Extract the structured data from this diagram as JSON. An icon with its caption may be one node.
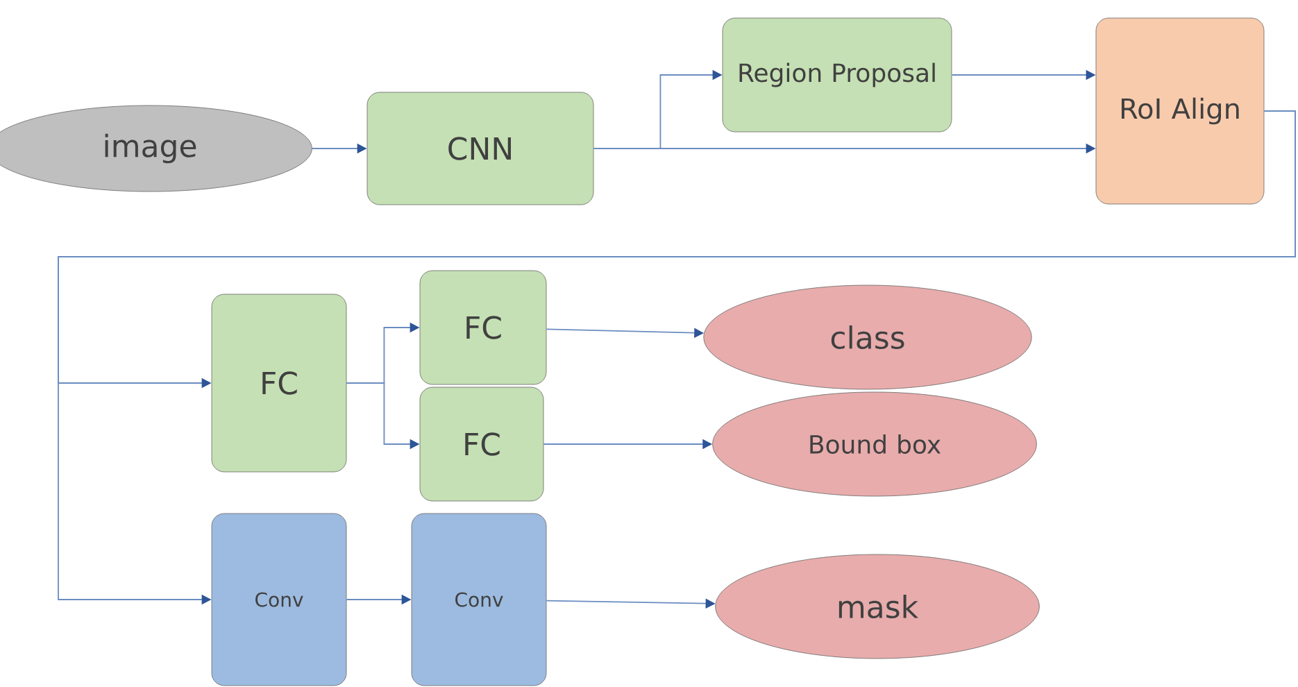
{
  "diagram": {
    "nodes": [
      {
        "text": [
          "image"
        ]
      },
      {
        "text": [
          "CNN"
        ]
      },
      {
        "text": [
          "Region Proposal"
        ]
      },
      {
        "text": [
          "RoI Align"
        ]
      },
      {
        "text": [
          "FC"
        ]
      },
      {
        "text": [
          "FC"
        ]
      },
      {
        "text": [
          "FC"
        ]
      },
      {
        "text": [
          "class"
        ]
      },
      {
        "text": [
          "Bound box"
        ]
      },
      {
        "text": [
          "Conv"
        ]
      },
      {
        "text": [
          "Conv"
        ]
      },
      {
        "text": [
          "mask"
        ]
      }
    ],
    "edges": [
      {
        "from": 0,
        "to": 1,
        "arrow": "to"
      },
      {
        "from": 1,
        "to": 2,
        "arrow": "to"
      },
      {
        "from": 1,
        "to": 3,
        "arrow": "to"
      },
      {
        "from": 2,
        "to": 3,
        "arrow": "to"
      },
      {
        "from": 3,
        "to": 4,
        "arrow": "to"
      },
      {
        "from": 3,
        "to": 9,
        "arrow": "to"
      },
      {
        "from": 4,
        "to": 5,
        "arrow": "to"
      },
      {
        "from": 4,
        "to": 6,
        "arrow": "to"
      },
      {
        "from": 5,
        "to": 7,
        "arrow": "to"
      },
      {
        "from": 6,
        "to": 8,
        "arrow": "to"
      },
      {
        "from": 9,
        "to": 10,
        "arrow": "to"
      },
      {
        "from": 10,
        "to": 11,
        "arrow": "to"
      }
    ]
  }
}
